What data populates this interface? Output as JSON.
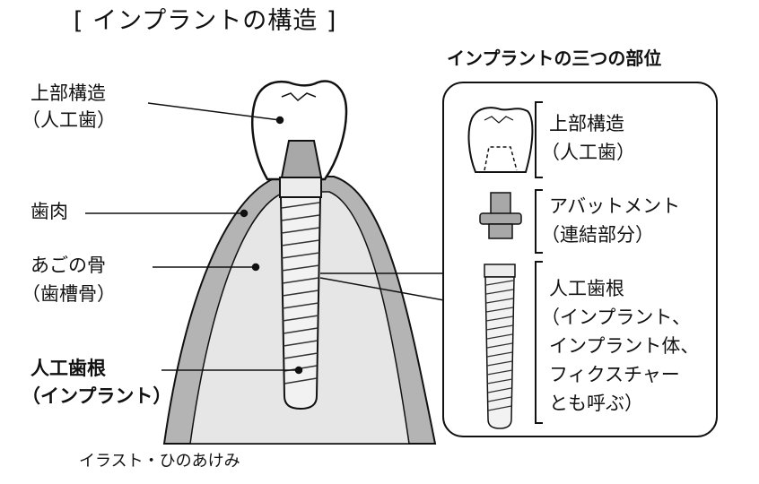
{
  "title": "[ インプラントの構造 ]",
  "left_labels": {
    "crown": [
      "上部構造",
      "（人工歯）"
    ],
    "gum": "歯肉",
    "bone": [
      "あごの骨",
      "（歯槽骨）"
    ],
    "implant": [
      "人工歯根",
      "（インプラント）"
    ]
  },
  "panel": {
    "heading": "インプラントの三つの部位",
    "crown": [
      "上部構造",
      "（人工歯）"
    ],
    "abutment": [
      "アバットメント",
      "（連結部分）"
    ],
    "fixture": [
      "人工歯根",
      "（インプラント、",
      "インプラント体、",
      "フィクスチャー",
      "とも呼ぶ）"
    ]
  },
  "credit": "イラスト・ひのあけみ",
  "colors": {
    "line": "#111111",
    "gum": "#b4b4b4",
    "bone": "#e6e6e6"
  }
}
